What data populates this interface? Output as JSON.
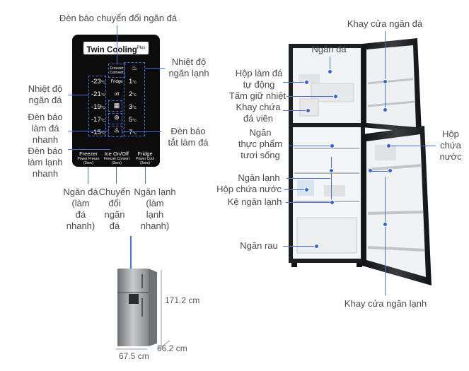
{
  "panel": {
    "brand": "Twin Cooling",
    "brand_sup": "Plus",
    "freezer_temps": [
      "-23",
      "-21",
      "-19",
      "-17",
      "-15"
    ],
    "fridge_temps": [
      "1",
      "2",
      "3",
      "5",
      "7"
    ],
    "temp_unit": "°c",
    "mode_freezer": "Freezer",
    "mode_convert": "Convert",
    "mode_fridge": "Fridge",
    "mode_off": "off",
    "btn_freezer": "Freezer",
    "btn_freezer_sub": "Power Freeze",
    "btn_freezer_time": "(3sec)",
    "btn_ice": "Ice On/Off",
    "btn_ice_sub": "Freezer Convert",
    "btn_ice_time": "(3sec)",
    "btn_fridge": "Fridge",
    "btn_fridge_sub": "Power Cool",
    "btn_fridge_time": "(3sec)"
  },
  "panel_labels": {
    "convert_indicator": "Đèn báo chuyển đổi ngăn đá",
    "fridge_temp": [
      "Nhiệt độ",
      "ngăn lạnh"
    ],
    "freezer_temp": [
      "Nhiệt độ",
      "ngăn đá"
    ],
    "ice_indicator": [
      "Đèn báo",
      "làm đá",
      "nhanh"
    ],
    "cool_indicator": [
      "Đèn báo",
      "làm lạnh",
      "nhanh"
    ],
    "ice_off_indicator": [
      "Đèn báo",
      "tắt làm đá"
    ],
    "freezer_button": [
      "Ngăn đá",
      "(làm",
      "đá",
      "nhanh)"
    ],
    "convert_button": [
      "Chuyển",
      "đổi",
      "ngăn",
      "đá"
    ],
    "fridge_button": [
      "Ngăn lạnh",
      "(làm",
      "lạnh",
      "nhanh)"
    ]
  },
  "dimensions": {
    "height": "171.2 cm",
    "depth": "66.2 cm",
    "width": "67.5 cm"
  },
  "fridge_labels": {
    "freezer_door_tray": "Khay cửa ngăn đá",
    "freezer": "Ngăn đá",
    "auto_ice": [
      "Hộp làm đá",
      "tự động"
    ],
    "cold_plate": "Tấm giữ nhiệt",
    "ice_tray": [
      "Khay chứa",
      "đá viên"
    ],
    "fresh_food": [
      "Ngăn",
      "thực phẩm",
      "tươi sống"
    ],
    "water_box_door": [
      "Hộp",
      "chứa",
      "nước"
    ],
    "fridge": "Ngăn lạnh",
    "water_box": "Hộp chứa nước",
    "fridge_shelf": "Kệ ngăn lạnh",
    "vegetable": "Ngăn rau",
    "fridge_door_tray": "Khay cửa ngăn lạnh"
  }
}
